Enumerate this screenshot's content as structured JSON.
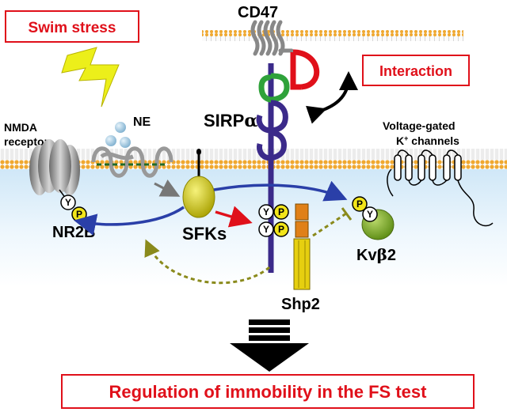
{
  "labels": {
    "swim_stress": "Swim stress",
    "interaction": "Interaction",
    "cd47": "CD47",
    "ne": "NE",
    "nmda_line1": "NMDA",
    "nmda_line2": "receptor",
    "sirpa_text": "SIRP",
    "sirpa_greek": "α",
    "vgkc_line1": "Voltage-gated",
    "vgkc_k": "K",
    "vgkc_sup": "+",
    "vgkc_line2_rest": " channels",
    "nr2b": "NR2B",
    "sfks": "SFKs",
    "kvb2_prefix": "Kv",
    "kvb2_greek": "β",
    "kvb2_suffix": "2",
    "shp2": "Shp2",
    "regulation": "Regulation of immobility in the FS test",
    "y": "Y",
    "p": "P"
  },
  "colors": {
    "red": "#e0101a",
    "blue_arrow": "#2a3fa8",
    "purple": "#3b2a8a",
    "green": "#2fa23a",
    "olive": "#8a8a1c",
    "membrane": "#a8d2ee",
    "phospho_yellow": "#f2e51a",
    "sfk_yellow": "#c8c000",
    "kvb_green": "#7aa61e",
    "shp2_yellow": "#e6cf10",
    "shp2_orange": "#e08018"
  }
}
